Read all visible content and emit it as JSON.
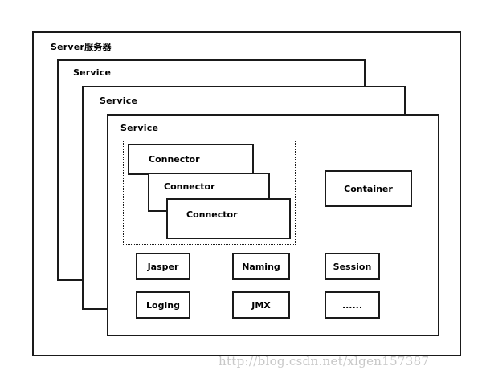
{
  "server": {
    "label": "Server服务器"
  },
  "services": [
    {
      "label": "Service"
    },
    {
      "label": "Service"
    },
    {
      "label": "Service"
    }
  ],
  "connectors": [
    {
      "label": "Connector"
    },
    {
      "label": "Connector"
    },
    {
      "label": "Connector"
    }
  ],
  "container": {
    "label": "Container"
  },
  "modules": [
    {
      "label": "Jasper"
    },
    {
      "label": "Naming"
    },
    {
      "label": "Session"
    },
    {
      "label": "Loging"
    },
    {
      "label": "JMX"
    },
    {
      "label": "......"
    }
  ],
  "watermark": "http://blog.csdn.net/xlgen157387"
}
